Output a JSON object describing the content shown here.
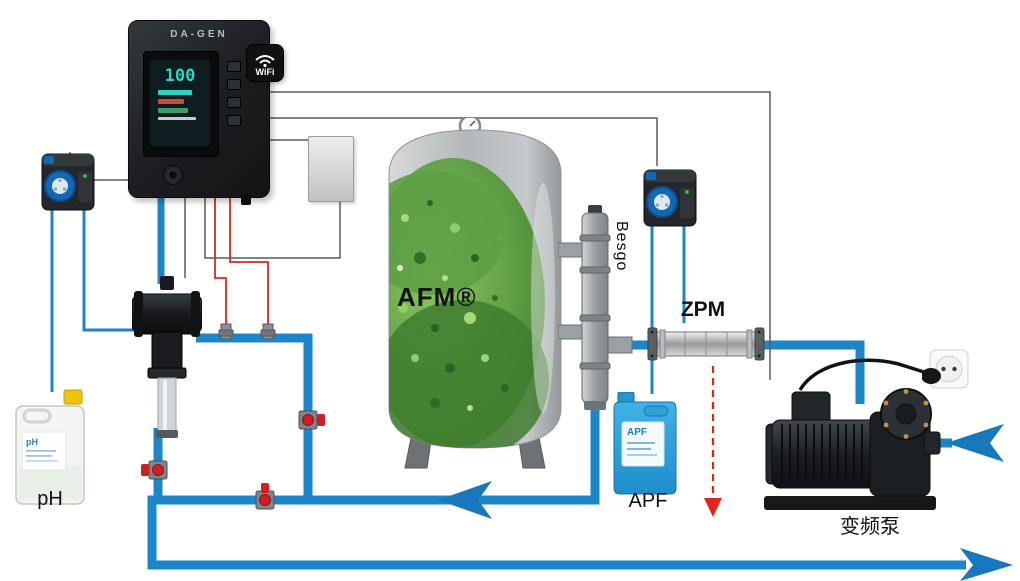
{
  "title": "pool-filtration-system-diagram",
  "colors": {
    "pipe_blue": "#1d86c8",
    "arrow_blue": "#1778bd",
    "signal_red": "#e1251b",
    "media_green": "#4e8f3c",
    "tank_grey": "#b9bcbe",
    "apf_blue": "#2ea0d8",
    "cap_yellow": "#f0c40c"
  },
  "labels": {
    "controller_brand": "DA-GEN",
    "controller_screen": "100",
    "wifi": "WiFi",
    "tank": "AFM®",
    "valve": "Besgo",
    "mixer": "ZPM",
    "chem_right": "APF",
    "chem_left": "pH",
    "pump": "变频泵",
    "ph_container": "pH",
    "apf_container": "APF"
  }
}
